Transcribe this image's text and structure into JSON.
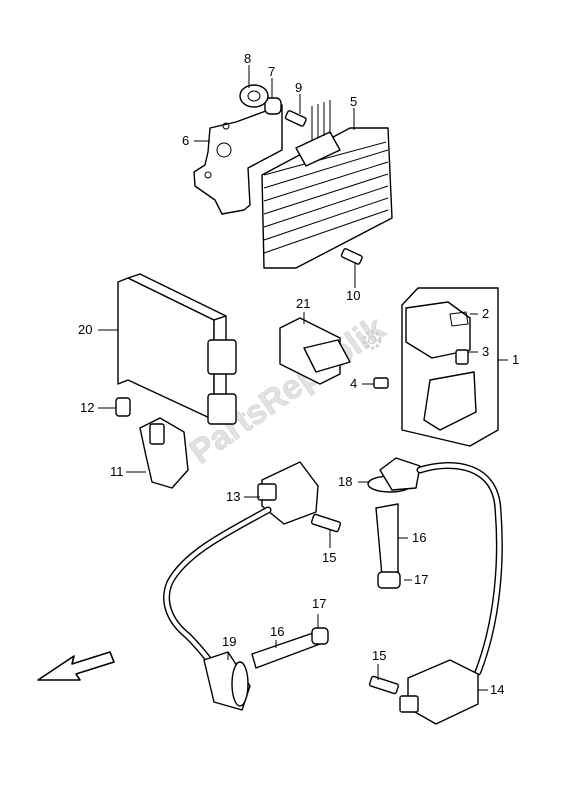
{
  "watermark": {
    "text": "PartsRepublik"
  },
  "callouts": {
    "c1": "1",
    "c2": "2",
    "c3": "3",
    "c4": "4",
    "c5": "5",
    "c6": "6",
    "c7": "7",
    "c8": "8",
    "c9": "9",
    "c10": "10",
    "c11": "11",
    "c12": "12",
    "c13": "13",
    "c14": "14",
    "c15a": "15",
    "c15b": "15",
    "c16a": "16",
    "c16b": "16",
    "c17a": "17",
    "c17b": "17",
    "c18": "18",
    "c19": "19",
    "c20": "20",
    "c21": "21"
  },
  "icons": {
    "front_arrow": "direction-arrow-icon",
    "gear": "gear-icon"
  }
}
